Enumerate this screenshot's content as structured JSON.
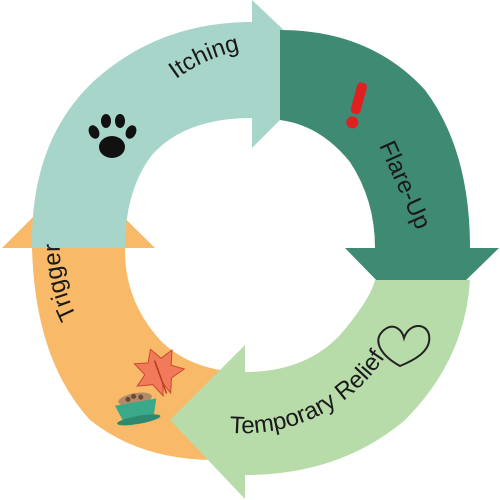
{
  "diagram": {
    "stages": [
      {
        "label": "Itching",
        "color": "#a8d5c9",
        "icon": "paw-icon"
      },
      {
        "label": "Flare-Up",
        "color": "#3f8a73",
        "icon": "exclamation-icon"
      },
      {
        "label": "Temporary  Relief",
        "color": "#b7dcaa",
        "icon": "heart-icon"
      },
      {
        "label": "Trigger",
        "color": "#f8b968",
        "icon": "leaf-icon"
      }
    ],
    "extra_icons": [
      "food-bowl-icon"
    ]
  }
}
